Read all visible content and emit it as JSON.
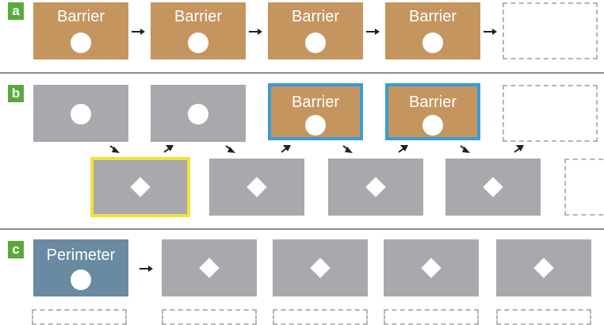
{
  "panels": {
    "a": {
      "label": "a",
      "box_label": "Barrier"
    },
    "b": {
      "label": "b",
      "box_label": "Barrier"
    },
    "c": {
      "label": "c",
      "box_label": "Perimeter"
    }
  },
  "colors": {
    "panel_label_bg": "#5aaa3a",
    "barrier": "#c5955f",
    "gray": "#a8a9ad",
    "perimeter": "#6a8aa2",
    "highlight_blue": "#3b9bd6",
    "highlight_yellow": "#f4e03a"
  }
}
